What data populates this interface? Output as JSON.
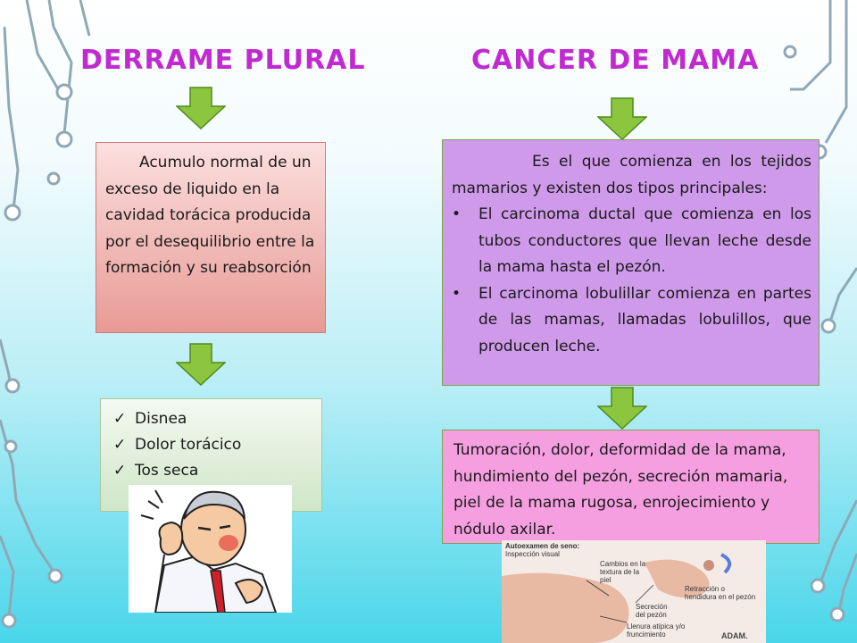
{
  "left": {
    "title": "DERRAME PLURAL",
    "definition": "Acumulo normal de un exceso de liquido en la cavidad torácica producida por el desequilibrio entre la formación y su reabsorción",
    "symptoms": [
      "Disnea",
      "Dolor torácico",
      "Tos seca"
    ]
  },
  "right": {
    "title": "CANCER DE MAMA",
    "intro": "Es el que comienza en los tejidos mamarios y existen dos tipos principales:",
    "types": [
      "El carcinoma ductal que comienza en los tubos conductores que llevan leche desde la mama hasta el pezón.",
      "El carcinoma lobulillar comienza en partes de las mamas, llamadas lobulillos, que producen leche."
    ],
    "symptoms": "Tumoración, dolor, deformidad de la mama, hundimiento del pezón, secreción mamaria,  piel de la mama rugosa, enrojecimiento y nódulo axilar.",
    "image": {
      "heading1": "Autoexamen de seno:",
      "heading2": "Inspección visual",
      "label1": "Cambios en la textura de la piel",
      "label2": "Retracción o hendidura en el pezón",
      "label3": "Secreción del pezón",
      "label4": "Llenura atípica y/o fruncimiento",
      "brand": "ADAM."
    }
  },
  "markers": {
    "bullet": "•",
    "check": "✓"
  },
  "colors": {
    "title": "#c02ad0",
    "arrow_fill": "#8cc63f",
    "arrow_stroke": "#4f8a1f",
    "red_box": "#e89a95",
    "green_box": "#cfe6c8",
    "purple_box": "#cf9aea",
    "pink_box": "#f59fe1"
  },
  "icons": {
    "arrow": "down-arrow-icon",
    "bullet": "bullet-icon",
    "check": "checkmark-icon"
  }
}
